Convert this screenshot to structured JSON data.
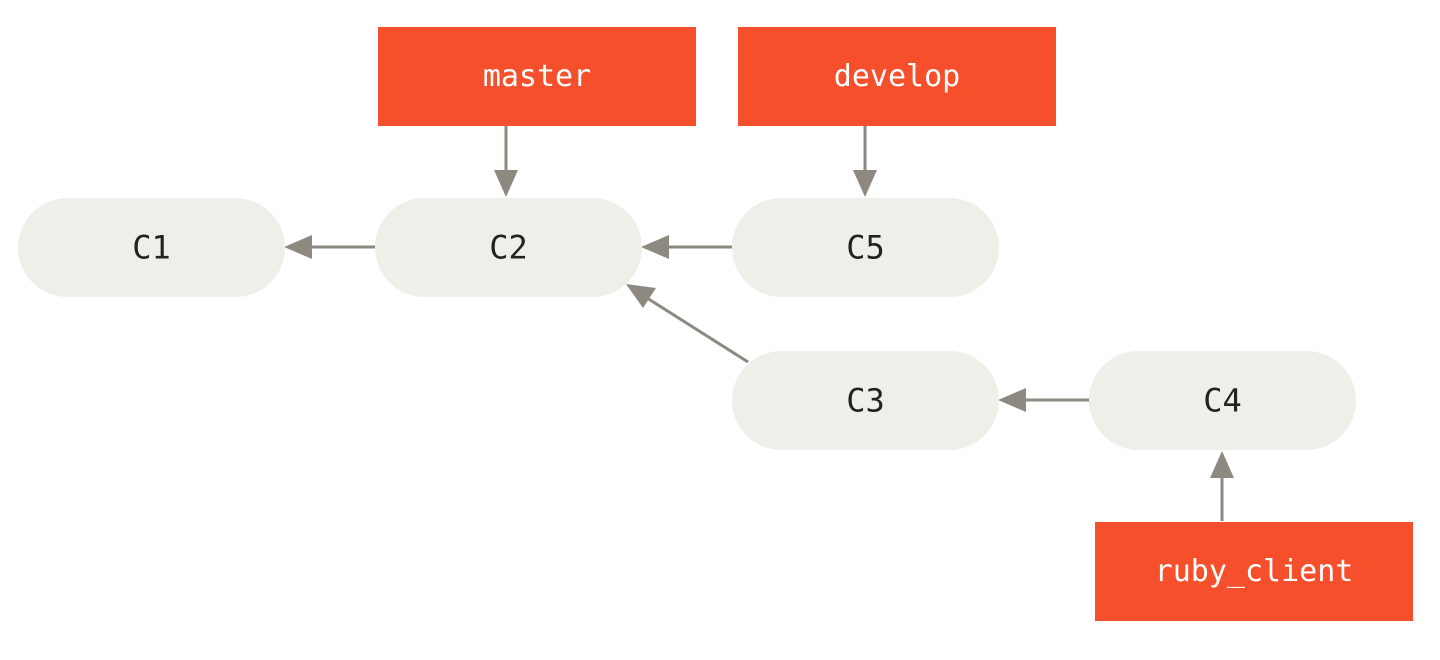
{
  "colors": {
    "commit_fill": "#efeee8",
    "commit_text": "#222222",
    "branch_fill": "#f54f2b",
    "branch_text": "#ffffff",
    "arrow": "#8d8880"
  },
  "commits": {
    "c1": "C1",
    "c2": "C2",
    "c3": "C3",
    "c4": "C4",
    "c5": "C5"
  },
  "branches": {
    "master": "master",
    "develop": "develop",
    "ruby_client": "ruby_client"
  },
  "relations": [
    {
      "from": "C2",
      "to": "C1"
    },
    {
      "from": "C5",
      "to": "C2"
    },
    {
      "from": "C3",
      "to": "C2"
    },
    {
      "from": "C4",
      "to": "C3"
    },
    {
      "from": "master",
      "to": "C2"
    },
    {
      "from": "develop",
      "to": "C5"
    },
    {
      "from": "ruby_client",
      "to": "C4"
    }
  ]
}
